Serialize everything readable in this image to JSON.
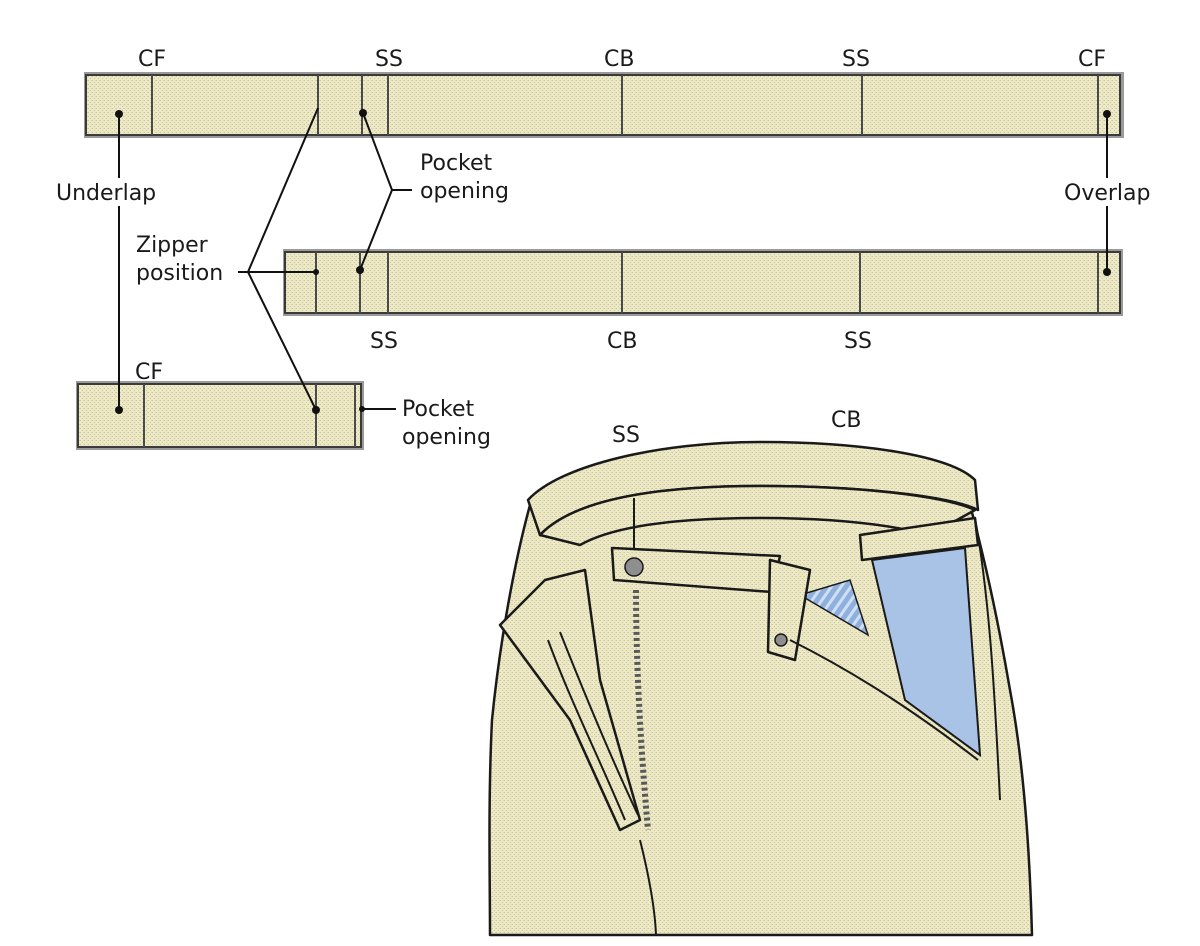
{
  "colors": {
    "fabric": "#ede9c4",
    "fabric_dots": "#c9c6a4",
    "lining": "#a9c3e6",
    "outline": "#1a1a1a"
  },
  "labels": {
    "cf": "CF",
    "ss": "SS",
    "cb": "CB",
    "underlap": "Underlap",
    "overlap": "Overlap",
    "pocket_line1": "Pocket",
    "pocket_line2": "opening",
    "zipper_line1": "Zipper",
    "zipper_line2": "position"
  }
}
